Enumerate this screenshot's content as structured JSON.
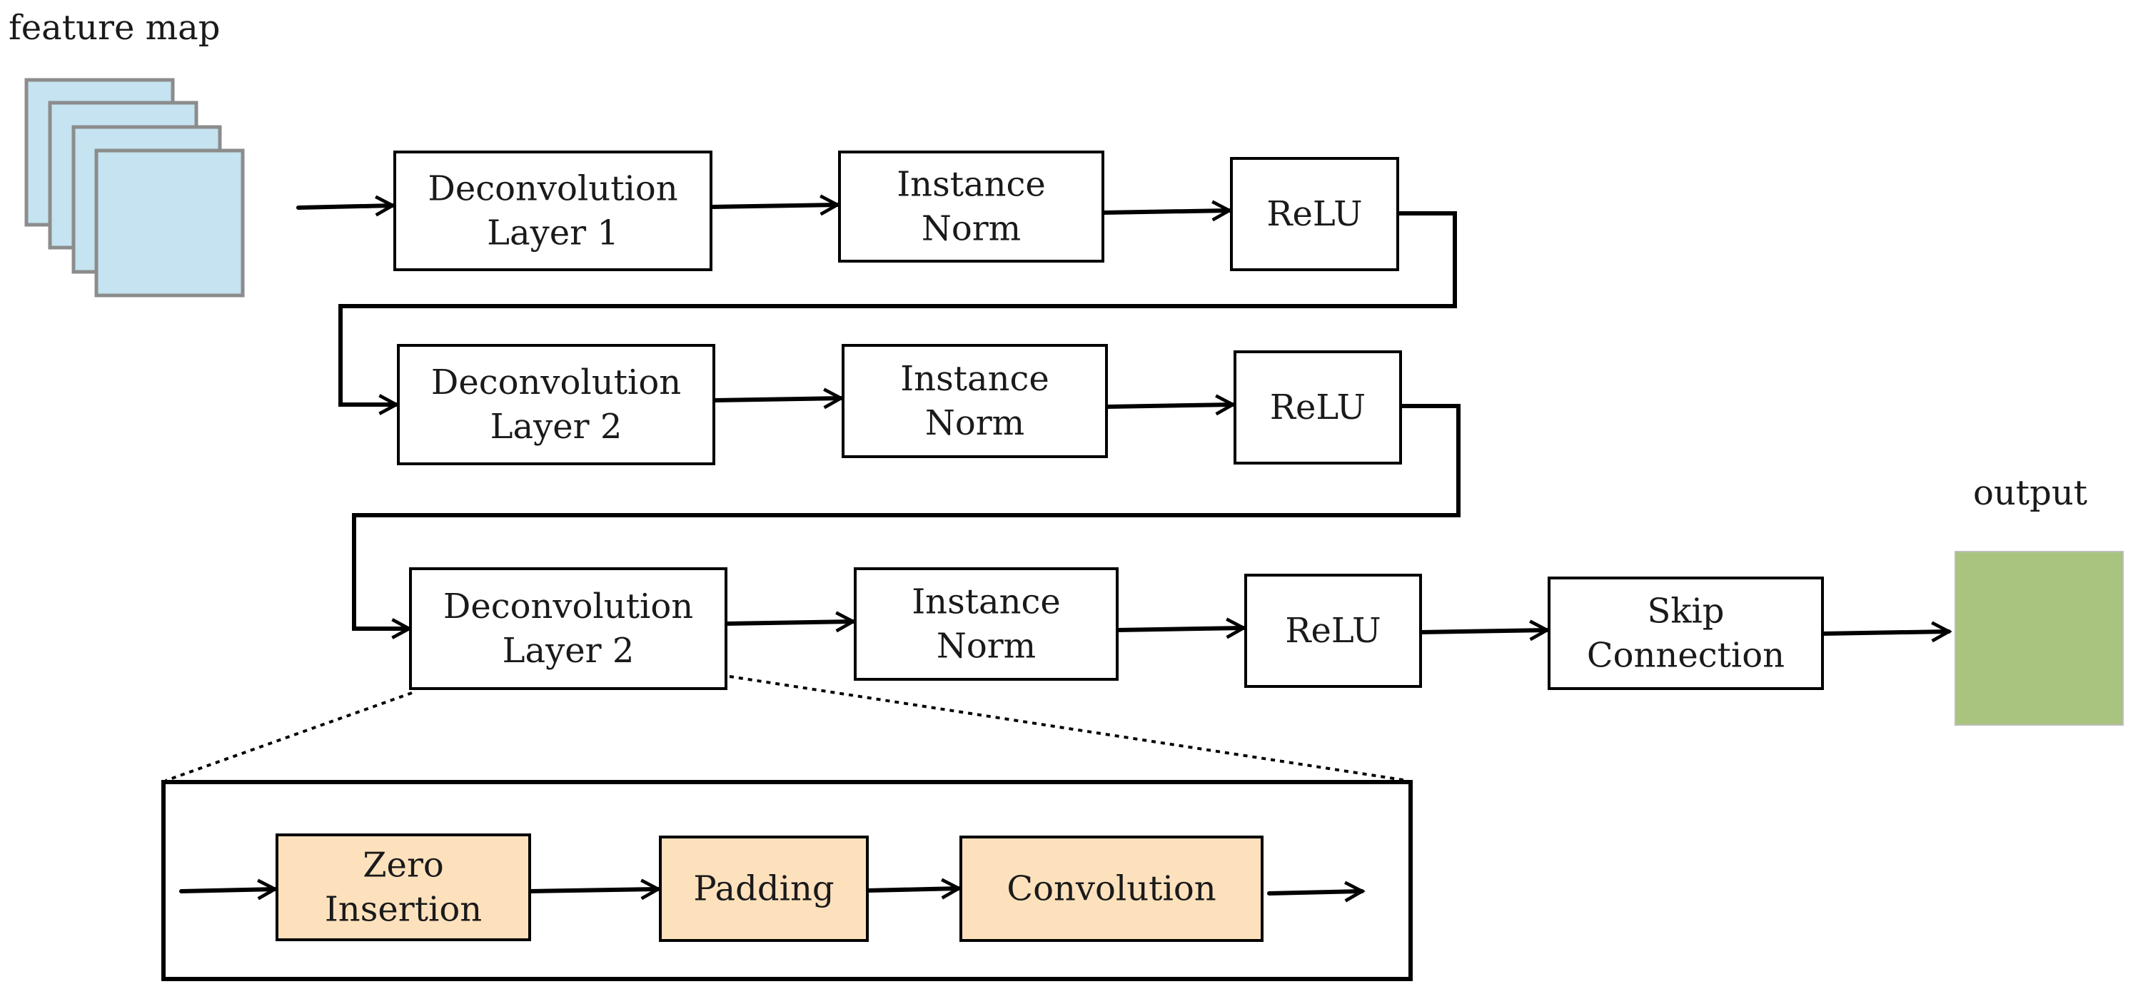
{
  "labels": {
    "input": "feature map",
    "output": "output"
  },
  "rows": [
    {
      "blocks": [
        [
          "Deconvolution",
          "Layer 1"
        ],
        [
          "Instance",
          "Norm"
        ],
        [
          "ReLU"
        ]
      ]
    },
    {
      "blocks": [
        [
          "Deconvolution",
          "Layer 2"
        ],
        [
          "Instance",
          "Norm"
        ],
        [
          "ReLU"
        ]
      ]
    },
    {
      "blocks": [
        [
          "Deconvolution",
          "Layer 2"
        ],
        [
          "Instance",
          "Norm"
        ],
        [
          "ReLU"
        ],
        [
          "Skip",
          "Connection"
        ]
      ]
    }
  ],
  "detail": {
    "blocks": [
      [
        "Zero",
        "Insertion"
      ],
      [
        "Padding"
      ],
      [
        "Convolution"
      ]
    ]
  },
  "colors": {
    "feature_map_fill": "#c5e3f0",
    "feature_map_stroke": "#8c8c8c",
    "output_fill": "#a9c47f",
    "detail_fill": "#fde1bd",
    "line": "#000000"
  }
}
